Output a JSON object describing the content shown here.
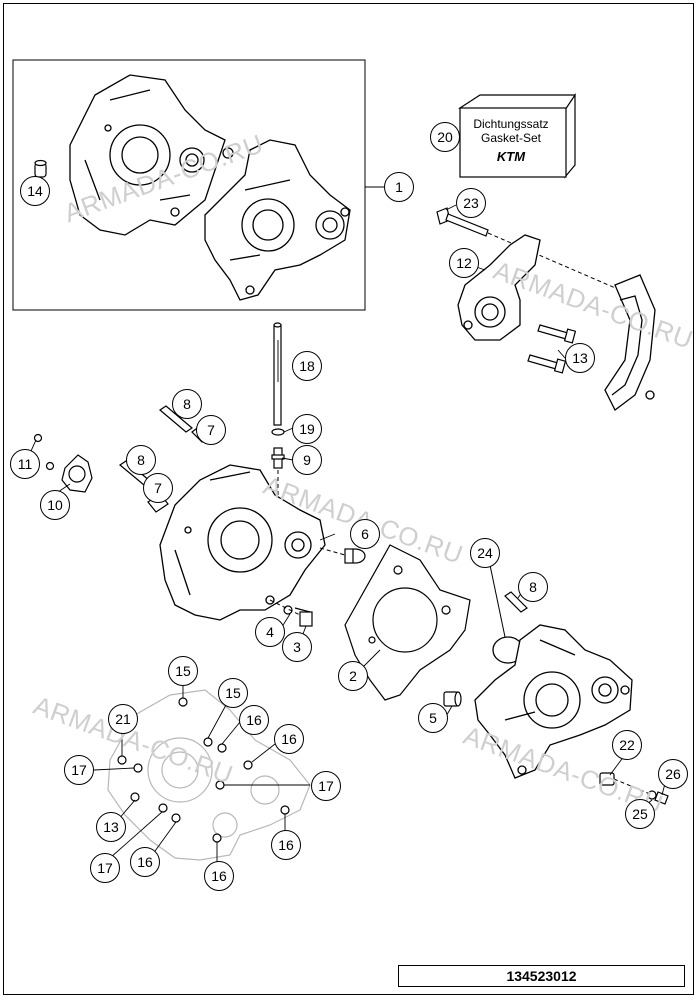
{
  "callouts": [
    {
      "id": "c1",
      "label": "1"
    },
    {
      "id": "c2",
      "label": "2"
    },
    {
      "id": "c3",
      "label": "3"
    },
    {
      "id": "c4",
      "label": "4"
    },
    {
      "id": "c5",
      "label": "5"
    },
    {
      "id": "c6",
      "label": "6"
    },
    {
      "id": "c7a",
      "label": "7"
    },
    {
      "id": "c7b",
      "label": "7"
    },
    {
      "id": "c8a",
      "label": "8"
    },
    {
      "id": "c8b",
      "label": "8"
    },
    {
      "id": "c8c",
      "label": "8"
    },
    {
      "id": "c9",
      "label": "9"
    },
    {
      "id": "c10",
      "label": "10"
    },
    {
      "id": "c11",
      "label": "11"
    },
    {
      "id": "c12",
      "label": "12"
    },
    {
      "id": "c13a",
      "label": "13"
    },
    {
      "id": "c13b",
      "label": "13"
    },
    {
      "id": "c14",
      "label": "14"
    },
    {
      "id": "c15a",
      "label": "15"
    },
    {
      "id": "c15b",
      "label": "15"
    },
    {
      "id": "c16a",
      "label": "16"
    },
    {
      "id": "c16b",
      "label": "16"
    },
    {
      "id": "c16c",
      "label": "16"
    },
    {
      "id": "c16d",
      "label": "16"
    },
    {
      "id": "c16e",
      "label": "16"
    },
    {
      "id": "c17a",
      "label": "17"
    },
    {
      "id": "c17b",
      "label": "17"
    },
    {
      "id": "c17c",
      "label": "17"
    },
    {
      "id": "c18",
      "label": "18"
    },
    {
      "id": "c19",
      "label": "19"
    },
    {
      "id": "c20",
      "label": "20"
    },
    {
      "id": "c21",
      "label": "21"
    },
    {
      "id": "c22",
      "label": "22"
    },
    {
      "id": "c23",
      "label": "23"
    },
    {
      "id": "c24",
      "label": "24"
    },
    {
      "id": "c25",
      "label": "25"
    },
    {
      "id": "c26",
      "label": "26"
    }
  ],
  "gasket_kit": {
    "line1": "Dichtungssatz",
    "line2": "Gasket-Set",
    "brand": "KTM"
  },
  "watermark_text": "ARMADA-CO.RU",
  "document_number": "134523012"
}
